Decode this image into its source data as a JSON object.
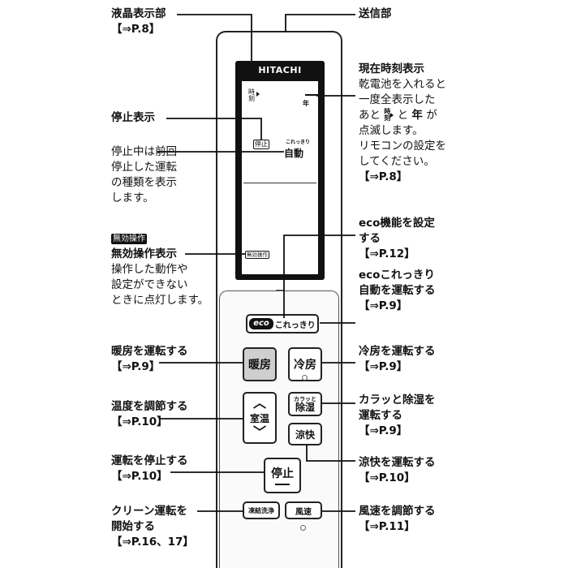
{
  "remote": {
    "brand": "HITACHI",
    "lcd": {
      "clock_label_top": "時",
      "clock_label_bottom": "刻",
      "year_label": "年",
      "stop_indicator": "停止",
      "mode_sub": "これっきり",
      "mode_main": "自動",
      "invalid_op": "無効操作"
    },
    "buttons": {
      "eco_logo": "eco",
      "eco_text": "これっきり",
      "heat": "暖房",
      "cool": "冷房",
      "temp_label": "室温",
      "karatto_small": "カラッと",
      "dehumid": "除湿",
      "ryokai": "涼快",
      "stop": "停止",
      "clean": "凍結洗浄",
      "fan": "風速"
    }
  },
  "callouts": {
    "lcd_part": {
      "title": "液晶表示部",
      "ref": "【⇒P.8】"
    },
    "transmitter": {
      "title": "送信部"
    },
    "clock": {
      "title": "現在時刻表示",
      "lines": [
        "乾電池を入れると",
        "一度全表示した",
        "あと",
        "と",
        "年",
        "が",
        "点滅します。",
        "リモコンの設定を",
        "してください。"
      ],
      "inline_icon_top": "時",
      "inline_icon_bottom": "刻",
      "ref": "【⇒P.8】"
    },
    "stop_display": {
      "title": "停止表示",
      "lines": [
        "停止中は前回",
        "停止した運転",
        "の種類を表示",
        "します。"
      ]
    },
    "invalid_op": {
      "badge": "無効操作",
      "title": "無効操作表示",
      "lines": [
        "操作した動作や",
        "設定ができない",
        "ときに点灯します。"
      ]
    },
    "eco_set": {
      "lines": [
        "eco機能を設定",
        "する"
      ],
      "ref": "【⇒P.12】"
    },
    "eco_kore": {
      "lines": [
        "ecoこれっきり",
        "自動を運転する"
      ],
      "ref": "【⇒P.9】"
    },
    "heat": {
      "title": "暖房を運転する",
      "ref": "【⇒P.9】"
    },
    "cool": {
      "title": "冷房を運転する",
      "ref": "【⇒P.9】"
    },
    "temp": {
      "title": "温度を調節する",
      "ref": "【⇒P.10】"
    },
    "karatto": {
      "lines": [
        "カラッと除湿を",
        "運転する"
      ],
      "ref": "【⇒P.9】"
    },
    "stop": {
      "title": "運転を停止する",
      "ref": "【⇒P.10】"
    },
    "ryokai": {
      "title": "涼快を運転する",
      "ref": "【⇒P.10】"
    },
    "clean": {
      "lines": [
        "クリーン運転を",
        "開始する"
      ],
      "ref": "【⇒P.16、17】"
    },
    "fan": {
      "title": "風速を調節する",
      "ref": "【⇒P.11】"
    }
  }
}
